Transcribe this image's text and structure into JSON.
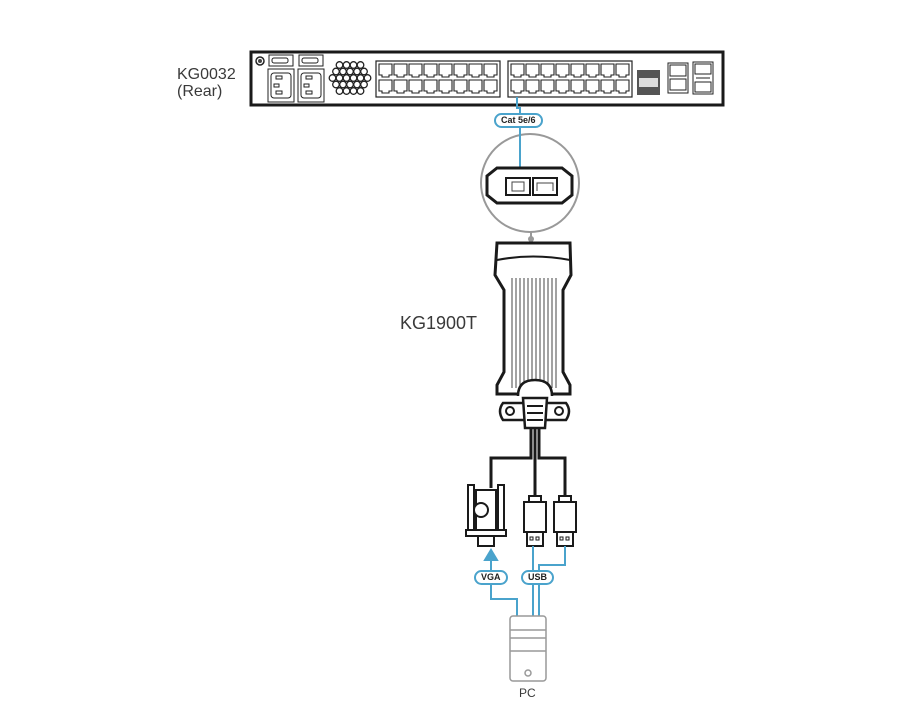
{
  "switch_device": {
    "model": "KG0032",
    "view": "(Rear)"
  },
  "adapter": {
    "model": "KG1900T"
  },
  "cables": {
    "cat": "Cat 5e/6",
    "vga": "VGA",
    "usb": "USB"
  },
  "computer": {
    "label": "PC"
  },
  "colors": {
    "cable": "#4aa3cc",
    "device": "#1a1a1a",
    "outline": "#888888"
  }
}
